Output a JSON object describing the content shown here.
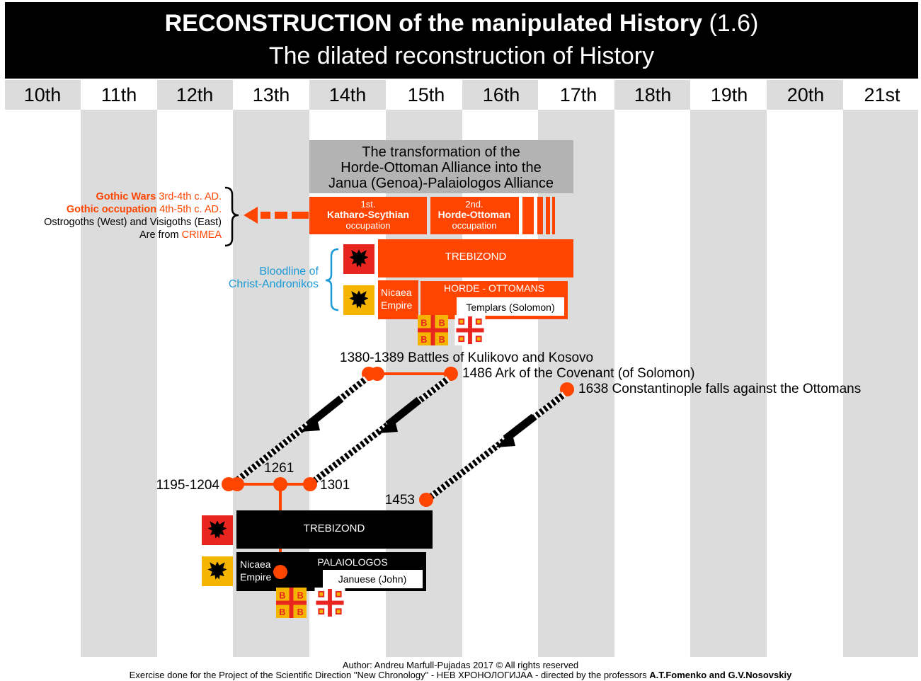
{
  "header": {
    "title_bold": "RECONSTRUCTION of the manipulated History",
    "title_suffix": "(1.6)",
    "subtitle": "The dilated reconstruction of History"
  },
  "centuries": [
    "10th",
    "11th",
    "12th",
    "13th",
    "14th",
    "15th",
    "16th",
    "17th",
    "18th",
    "19th",
    "20th",
    "21st"
  ],
  "transformation_box": {
    "lines": [
      "The transformation of the",
      "Horde-Ottoman Alliance into the",
      "Janua (Genoa)-Palaiologos Alliance"
    ]
  },
  "gothic_note": {
    "wars_bold": "Gothic Wars",
    "wars_rest": "3rd-4th c. AD.",
    "occupation_bold": "Gothic occupation",
    "occupation_rest": "4th-5th c. AD.",
    "ostrogoths": "Ostrogoths (West) and Visigoths (East)",
    "from_prefix": "Are from",
    "from_place": "CRIMEA"
  },
  "occupations": {
    "first": [
      "1st.",
      "Katharo-Scythian",
      "occupation"
    ],
    "second": [
      "2nd.",
      "Horde-Ottoman",
      "occupation"
    ]
  },
  "bloodline": [
    "Bloodline of",
    "Christ-Andronikos"
  ],
  "upper_group": {
    "trebizond": "TREBIZOND",
    "nicaea": [
      "Nicaea",
      "Empire"
    ],
    "horde_ottomans": "HORDE - OTTOMANS",
    "templars": "Templars (Solomon)"
  },
  "events_upper": {
    "battles": "1380-1389 Battles of Kulikovo and Kosovo",
    "ark": "1486 Ark of the Covenant (of Solomon)",
    "constantinople": "1638 Constantinople falls against the Ottomans"
  },
  "events_lower": {
    "y1195": "1195-1204",
    "y1261": "1261",
    "y1301": "1301",
    "y1453": "1453"
  },
  "lower_group": {
    "trebizond": "TREBIZOND",
    "nicaea": [
      "Nicaea",
      "Empire"
    ],
    "palaiologos": "PALAIOLOGOS",
    "januese": "Januese (John)"
  },
  "footer": {
    "author": "Author: Andreu Marfull-Pujadas 2017 © All rights reserved",
    "exercise_prefix": "Exercise done for the Project of the Scientific Direction \"New Chronology\" - НЕВ ХРОНОЛОГИЈАА - directed by the professors",
    "exercise_bold": "A.T.Fomenko and G.V.Nosovskiy"
  },
  "colors": {
    "orange": "#ff4500",
    "stripe_gray": "#dcdcdc",
    "transformation_gray": "#b3b3b3",
    "bloodline_blue": "#1b9ad6",
    "flag_yellow": "#f5b400",
    "flag_red": "#e8251f"
  },
  "icons": [
    "albania-eagle-flag-icon",
    "byzantine-eagle-flag-icon",
    "tetragrammic-cross-flag-icon",
    "jerusalem-cross-flag-icon"
  ]
}
